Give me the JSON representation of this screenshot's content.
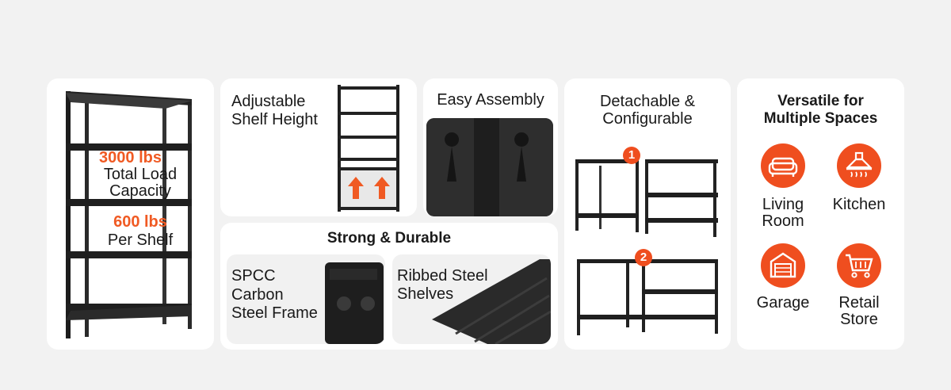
{
  "card_main": {
    "load_value": "3000 lbs",
    "load_label_1": "Total Load",
    "load_label_2": "Capacity",
    "shelf_value": "600 lbs",
    "shelf_label": "Per Shelf"
  },
  "adjustable": {
    "line1": "Adjustable",
    "line2": "Shelf Height"
  },
  "assembly": {
    "title": "Easy Assembly"
  },
  "strong": {
    "title": "Strong & Durable",
    "spcc_line1": "SPCC",
    "spcc_line2": "Carbon",
    "spcc_line3": "Steel Frame",
    "ribbed_line1": "Ribbed Steel",
    "ribbed_line2": "Shelves"
  },
  "detachable": {
    "line1": "Detachable &",
    "line2": "Configurable",
    "badge1": "1",
    "badge2": "2"
  },
  "versatile": {
    "line1": "Versatile for",
    "line2": "Multiple Spaces",
    "spaces": [
      {
        "line1": "Living",
        "line2": "Room",
        "icon": "sofa-icon"
      },
      {
        "line1": "Kitchen",
        "line2": "",
        "icon": "range-hood-icon"
      },
      {
        "line1": "Garage",
        "line2": "",
        "icon": "garage-icon"
      },
      {
        "line1": "Retail",
        "line2": "Store",
        "icon": "cart-icon"
      }
    ]
  },
  "colors": {
    "accent": "#ef4e1f",
    "card": "#ffffff",
    "background": "#f2f2f2",
    "panel": "#f1f1f1"
  }
}
